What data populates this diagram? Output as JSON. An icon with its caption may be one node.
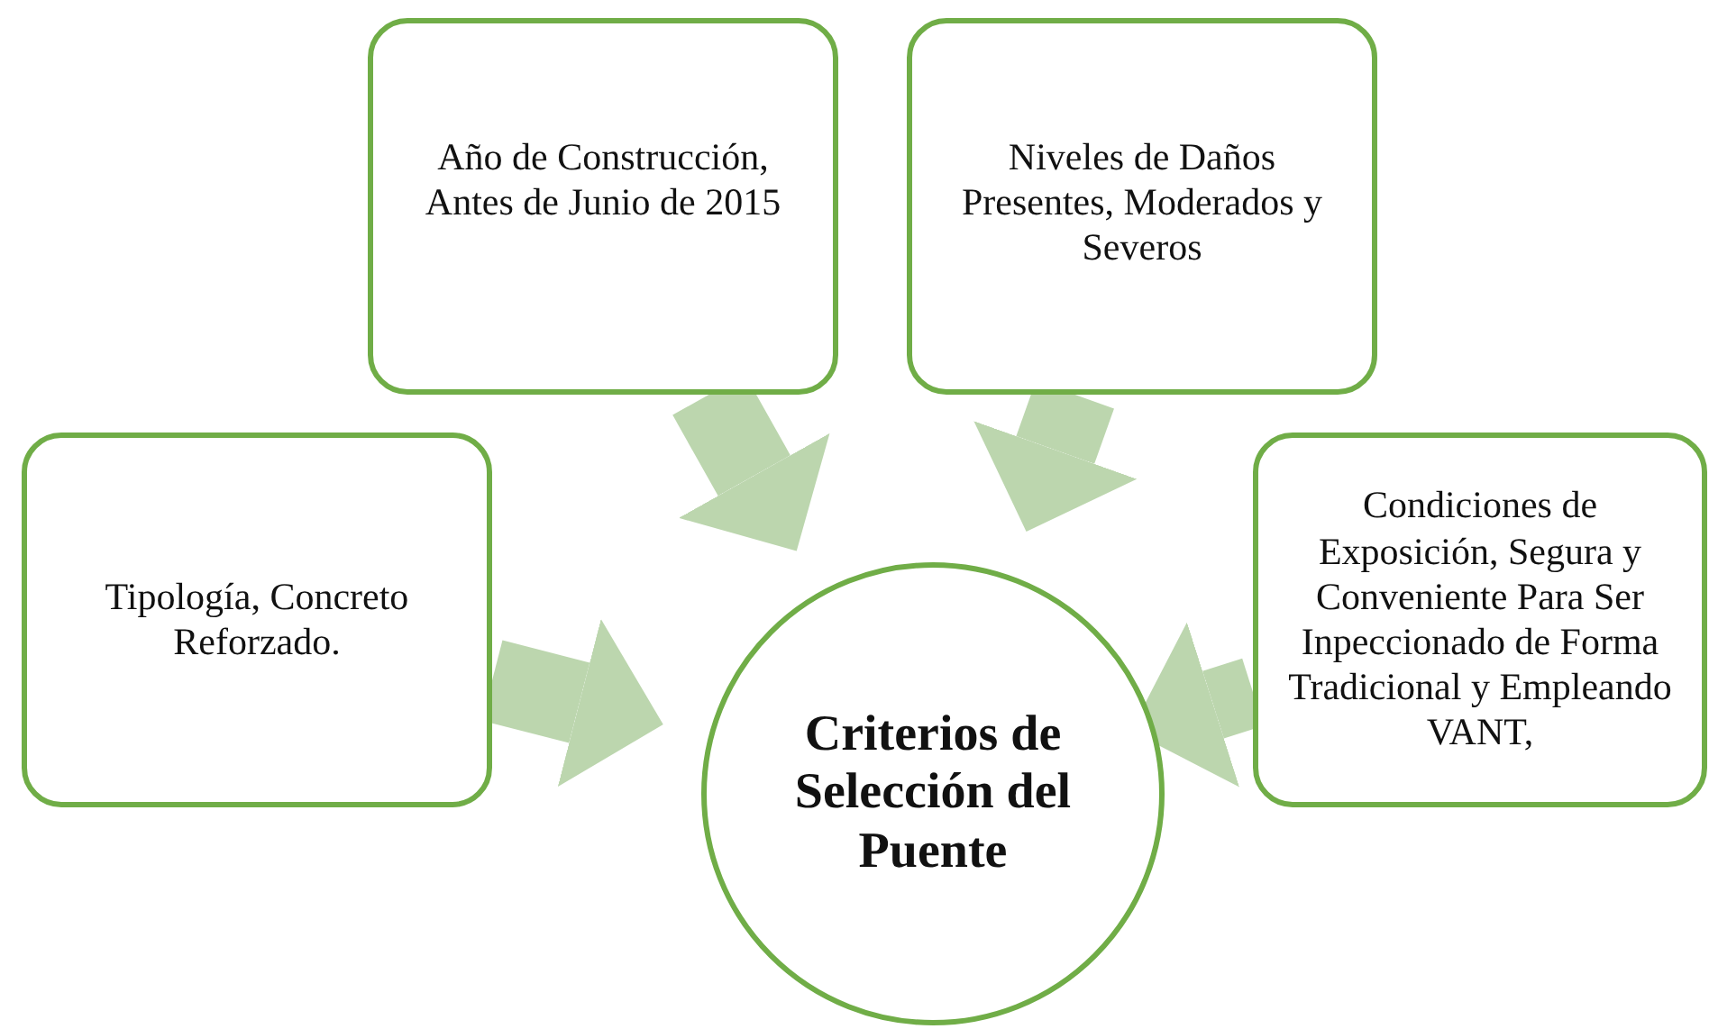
{
  "diagram": {
    "nodes": [
      {
        "text": [
          "Año de Construcción, Antes de Junio de 2015"
        ]
      },
      {
        "text": [
          "Niveles de Daños Presentes, Moderados y Severos"
        ]
      },
      {
        "text": [
          "Tipología, Concreto Reforzado."
        ]
      },
      {
        "text": [
          "Condiciones de Exposición, Segura y Conveniente Para Ser Inpeccionado de Forma Tradicional y Empleando VANT,"
        ]
      },
      {
        "text": [
          "Criterios de Selección del Puente"
        ]
      }
    ],
    "edges": [
      {
        "from": 0,
        "to": 4,
        "arrow": "to"
      },
      {
        "from": 1,
        "to": 4,
        "arrow": "to"
      },
      {
        "from": 2,
        "to": 4,
        "arrow": "to"
      },
      {
        "from": 3,
        "to": 4,
        "arrow": "to"
      }
    ]
  }
}
